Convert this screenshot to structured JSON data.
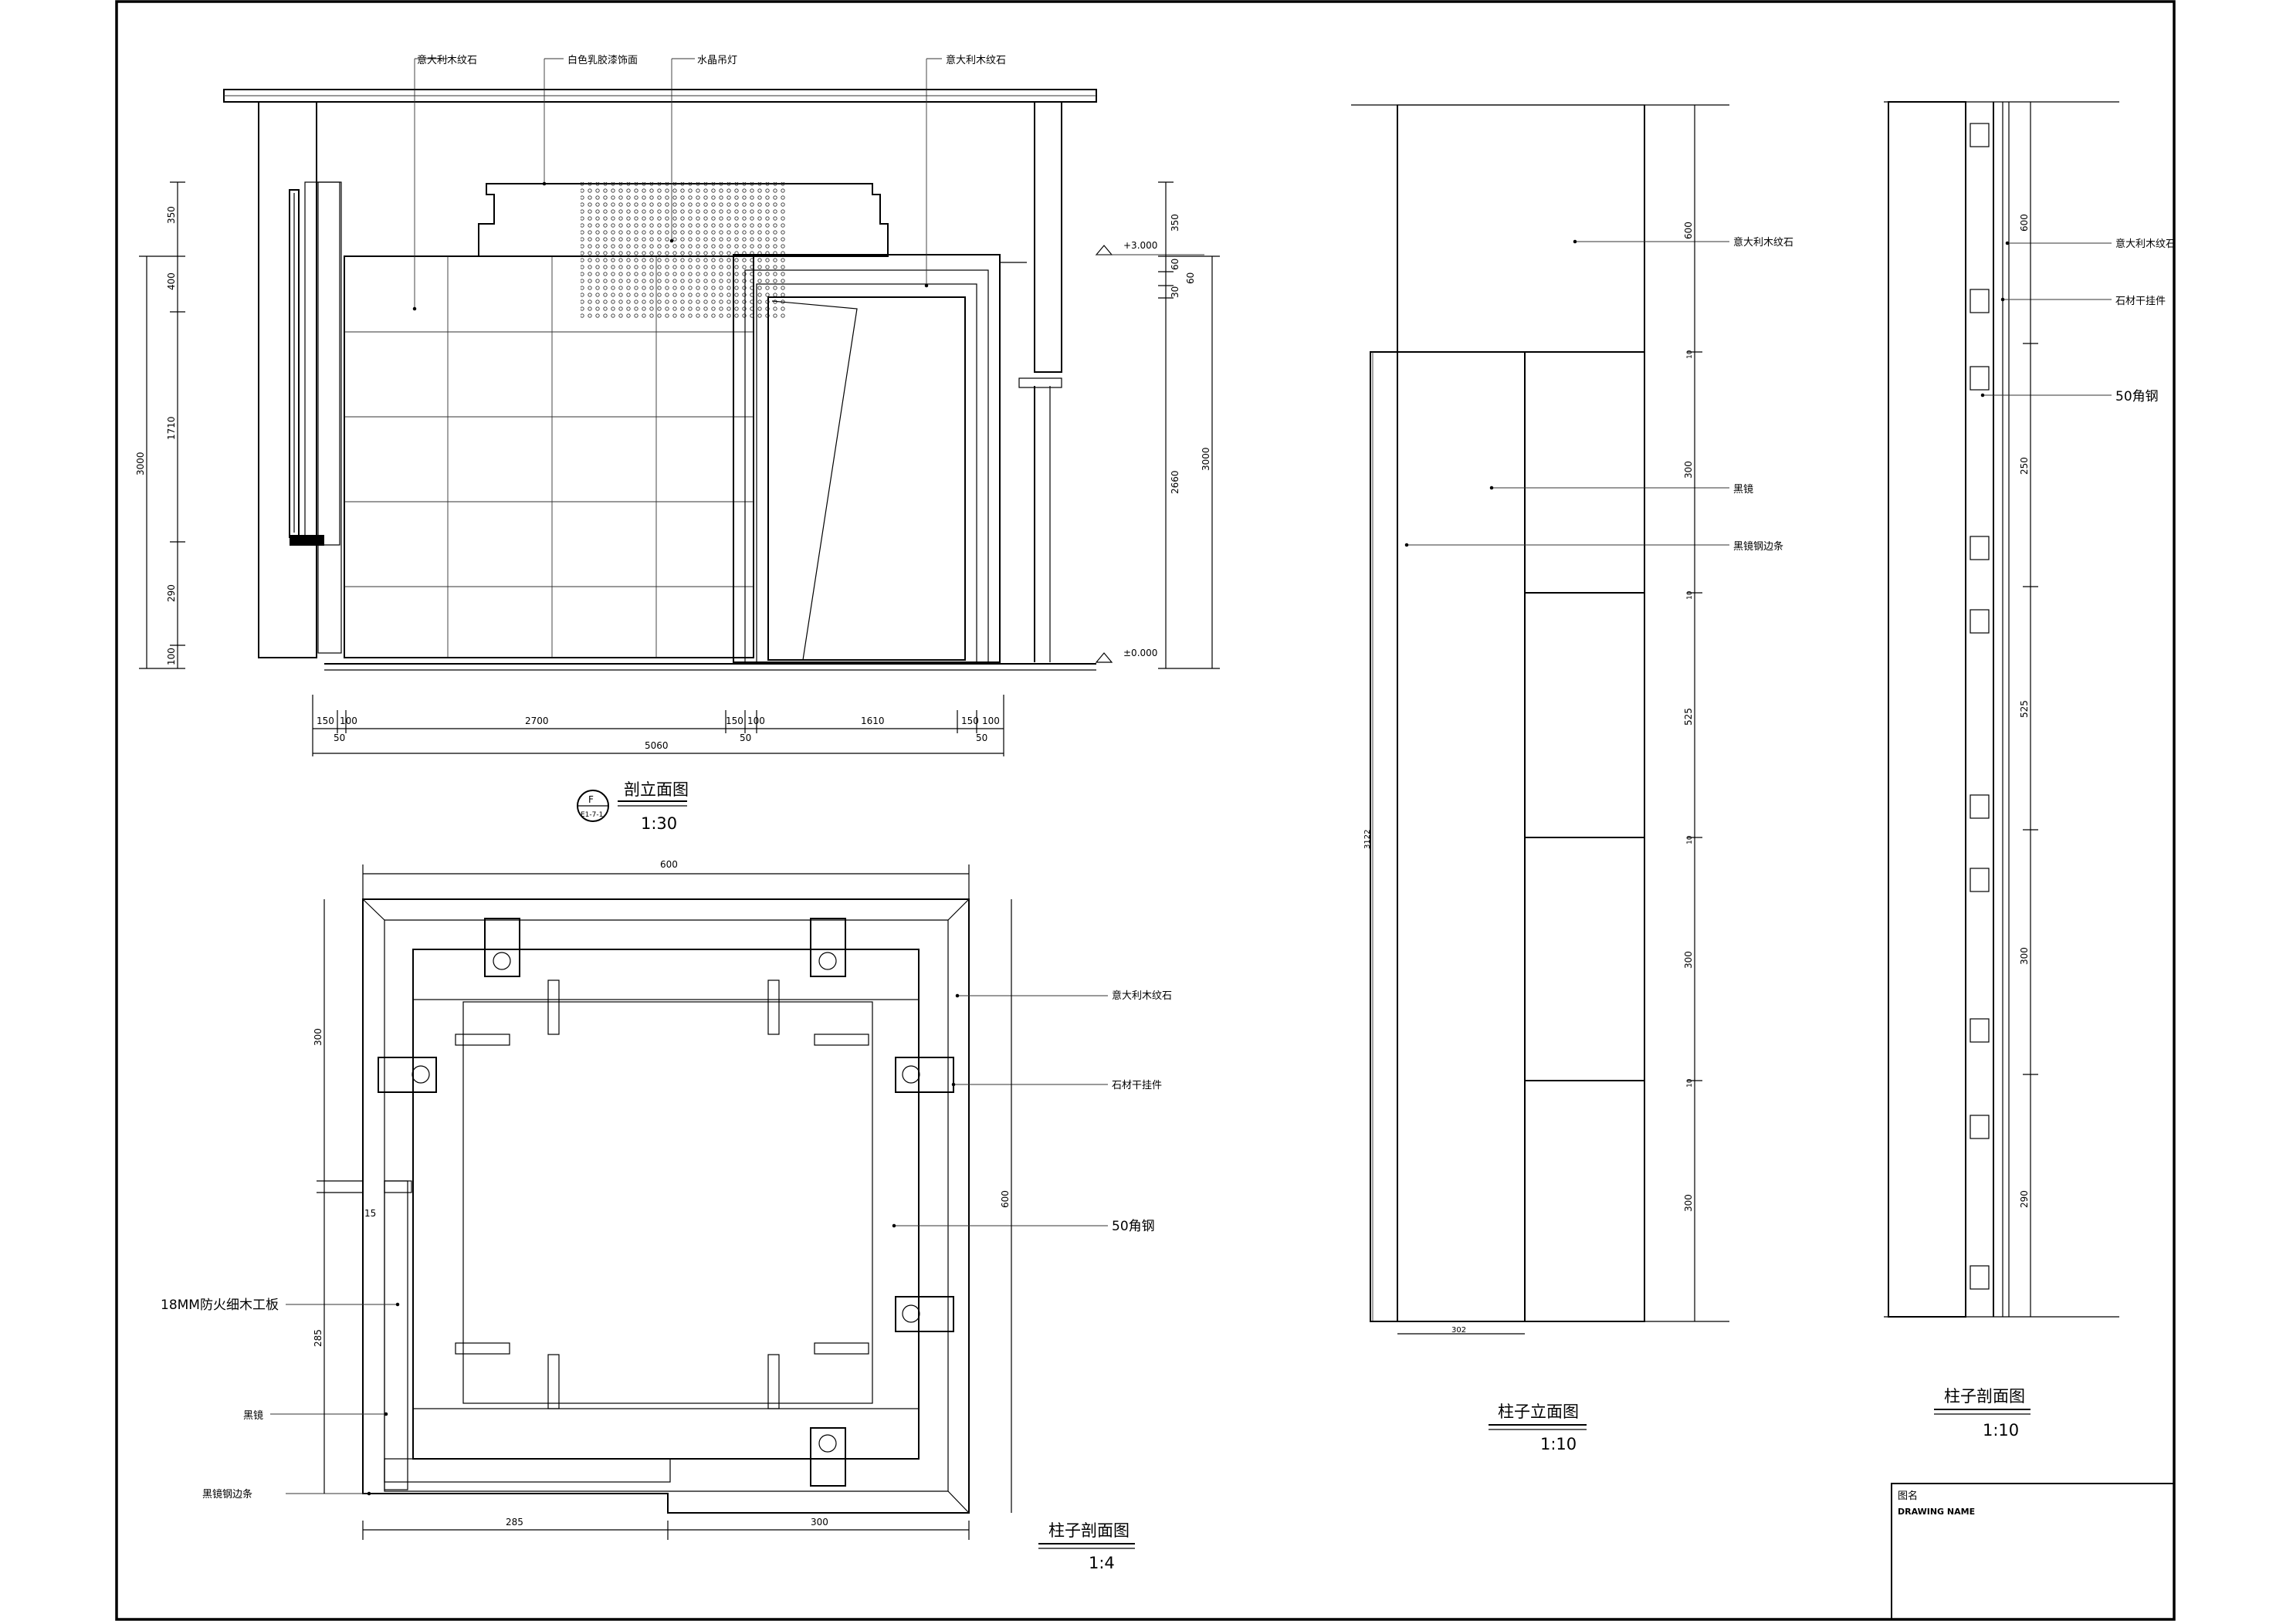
{
  "drawings": {
    "section_elevation": {
      "title": "剖立面图",
      "scale": "1:30",
      "symbol": {
        "number": "F",
        "sheet": "E1-7-1"
      },
      "labels": {
        "marble_left": "意大利木纹石",
        "white_latex": "白色乳胶漆饰面",
        "crystal_lamp": "水晶吊灯",
        "marble_right": "意大利木纹石"
      },
      "levels": {
        "top": "+3.000",
        "floor": "±0.000"
      },
      "dims_left": [
        "350",
        "400",
        "1710",
        "290",
        "100"
      ],
      "dims_left_total": "3000",
      "dims_right": [
        "350",
        "60",
        "60",
        "30",
        "2660"
      ],
      "dims_right_total": "3000",
      "dims_bottom": [
        "150",
        "100",
        "2700",
        "150",
        "100",
        "1610",
        "150",
        "100"
      ],
      "dims_bottom_sub": [
        "50",
        "50",
        "50"
      ],
      "dims_bottom_total": "5060"
    },
    "column_section_plan": {
      "title": "柱子剖面图",
      "scale": "1:4",
      "labels": {
        "marble": "意大利木纹石",
        "stone_hanger": "石材干挂件",
        "angle_steel": "50角钢",
        "plywood": "18MM防火细木工板",
        "black_mirror": "黑镜",
        "black_mirror_steel": "黑镜钢边条"
      },
      "dims": {
        "top": "600",
        "right": "600",
        "left_upper": "300",
        "left_small": "15",
        "left_lower": "285",
        "bottom_left": "285",
        "bottom_right": "300"
      }
    },
    "column_elevation": {
      "title": "柱子立面图",
      "scale": "1:10",
      "labels": {
        "marble": "意大利木纹石",
        "black_mirror": "黑镜",
        "black_mirror_steel": "黑镜钢边条"
      },
      "dims_right": [
        "600",
        "300",
        "525",
        "300",
        "300"
      ],
      "dims_right_small": [
        "10",
        "10",
        "10",
        "10"
      ],
      "dim_left": "3122",
      "dim_bottom": "302"
    },
    "column_section": {
      "title": "柱子剖面图",
      "scale": "1:10",
      "labels": {
        "marble": "意大利木纹石",
        "stone_hanger": "石材干挂件",
        "angle_steel": "50角钢"
      },
      "dims_right": [
        "600",
        "250",
        "525",
        "300",
        "290"
      ]
    }
  },
  "title_block": {
    "title": "图名",
    "drawing_name": "DRAWING NAME"
  }
}
